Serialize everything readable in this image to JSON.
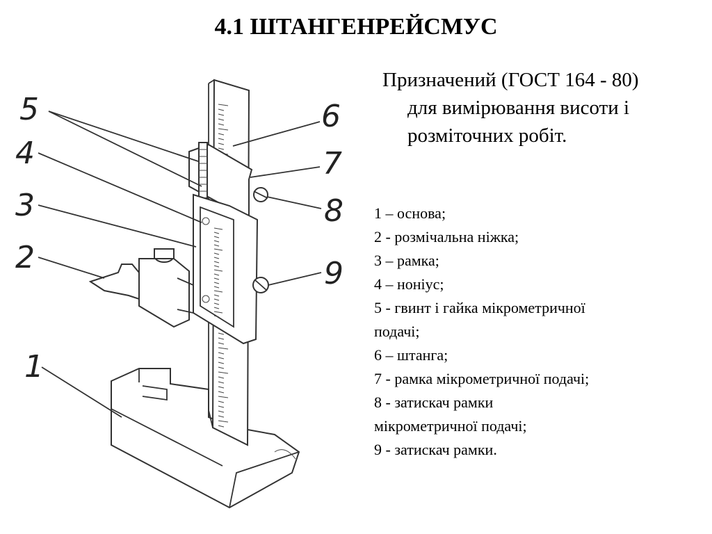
{
  "title": "4.1 ШТАНГЕНРЕЙСМУС",
  "purpose": {
    "line1": "Призначений (ГОСТ 164 - 80)",
    "line2": "для вимірювання висоти і",
    "line3": "розміточних робіт."
  },
  "legend": [
    {
      "lines": [
        "1 – основа;"
      ]
    },
    {
      "lines": [
        "2 - розмічальна ніжка;"
      ]
    },
    {
      "lines": [
        "3 – рамка;"
      ]
    },
    {
      "lines": [
        "4 – ноніус;"
      ]
    },
    {
      "lines": [
        "5 - гвинт і гайка мікрометричної",
        "подачі;"
      ]
    },
    {
      "lines": [
        "6 – штанга;"
      ]
    },
    {
      "lines": [
        "7 - рамка мікрометричної подачі;"
      ]
    },
    {
      "lines": [
        "8 - затискач рамки",
        "мікрометричної подачі;"
      ]
    },
    {
      "lines": [
        "9 - затискач рамки."
      ]
    }
  ],
  "callouts": [
    "1",
    "2",
    "3",
    "4",
    "5",
    "6",
    "7",
    "8",
    "9"
  ]
}
